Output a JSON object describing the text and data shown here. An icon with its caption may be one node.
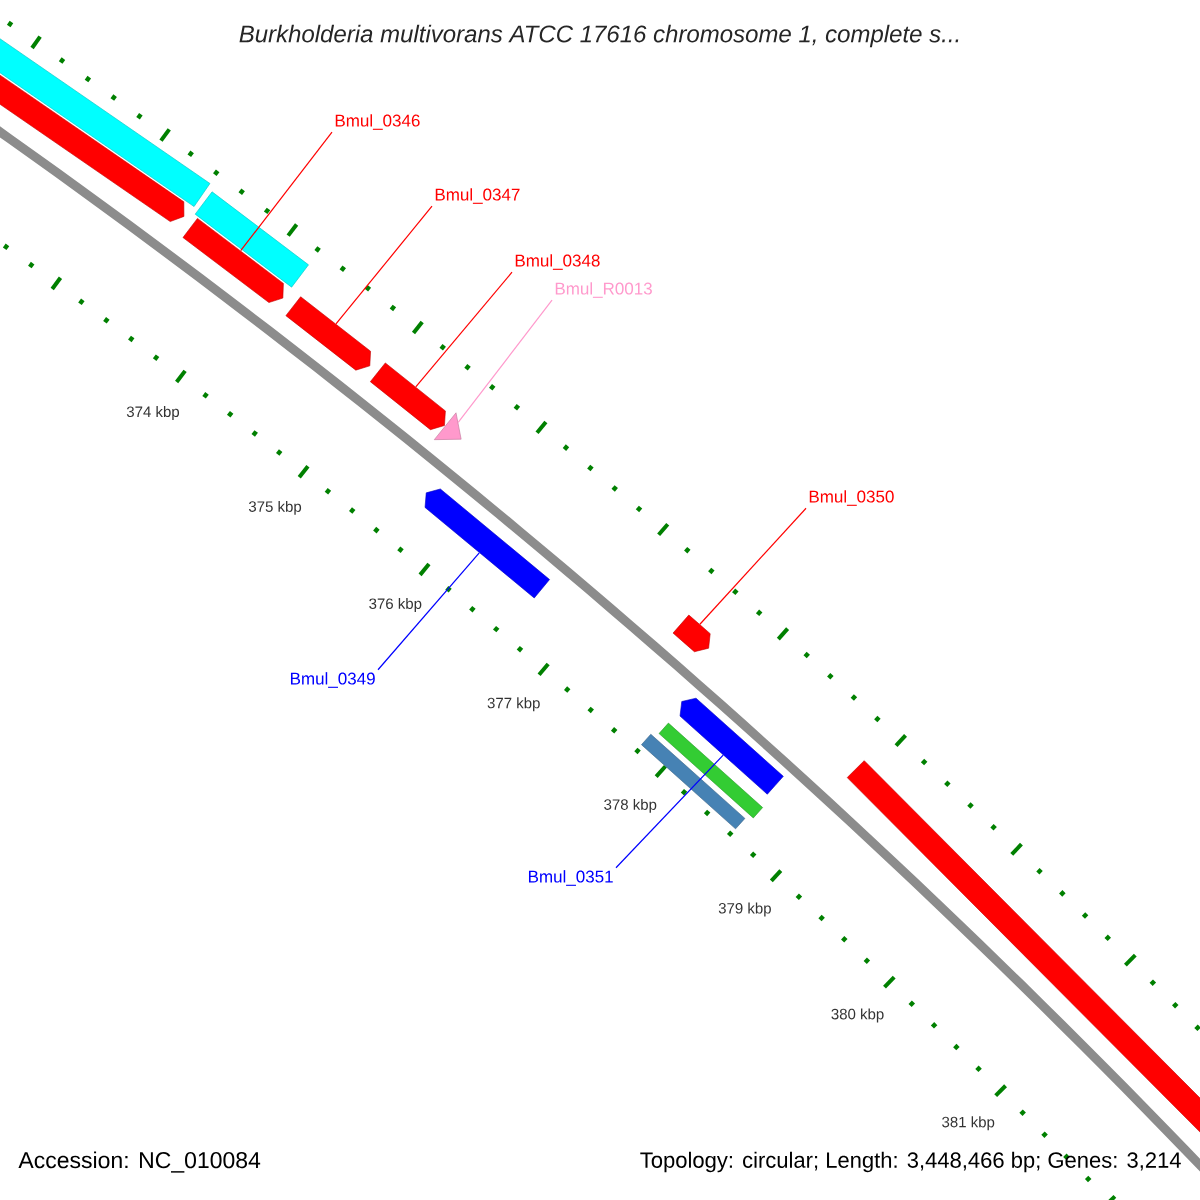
{
  "diagram": {
    "title": "Burkholderia multivorans ATCC 17616 chromosome 1, complete s...",
    "nodes": [
      {
        "text": [],
        "shape": "bar"
      },
      {
        "text": [],
        "shape": "bar"
      },
      {
        "text": [],
        "shape": "bar"
      },
      {
        "text": [],
        "shape": "bar"
      },
      {
        "text": [],
        "shape": "bar"
      },
      {
        "text": [],
        "shape": "bar"
      },
      {
        "text": [],
        "shape": "triangle"
      },
      {
        "text": [],
        "shape": "bar"
      },
      {
        "text": [],
        "shape": "bar"
      },
      {
        "text": [],
        "shape": "bar"
      },
      {
        "text": [],
        "shape": "bar"
      },
      {
        "text": [],
        "shape": "bar"
      },
      {
        "text": [],
        "shape": "bar"
      },
      {
        "text": [
          "Bmul_0346"
        ]
      },
      {
        "text": [
          "Bmul_0347"
        ]
      },
      {
        "text": [
          "Bmul_0348"
        ]
      },
      {
        "text": [
          "Bmul_R0013"
        ]
      },
      {
        "text": [
          "Bmul_0350"
        ]
      },
      {
        "text": [
          "Bmul_0349"
        ]
      },
      {
        "text": [
          "Bmul_0351"
        ]
      }
    ],
    "edges": [
      {
        "from": 13,
        "to": 3,
        "arrow": "none"
      },
      {
        "from": 14,
        "to": 4,
        "arrow": "none"
      },
      {
        "from": 15,
        "to": 5,
        "arrow": "none"
      },
      {
        "from": 16,
        "to": 6,
        "arrow": "none",
        "color": "#ff99cc"
      },
      {
        "from": 17,
        "to": 8,
        "arrow": "none"
      },
      {
        "from": 18,
        "to": 7,
        "arrow": "none",
        "color": "#0000ff"
      },
      {
        "from": 19,
        "to": 9,
        "arrow": "none",
        "color": "#0000ff"
      }
    ],
    "labels": [
      "374 kbp",
      "375 kbp",
      "376 kbp",
      "377 kbp",
      "378 kbp",
      "379 kbp",
      "380 kbp",
      "381 kbp",
      "Accession: NC_010084",
      "Topology: circular; Length: 3,448,466 bp; Genes: 3,214"
    ]
  }
}
